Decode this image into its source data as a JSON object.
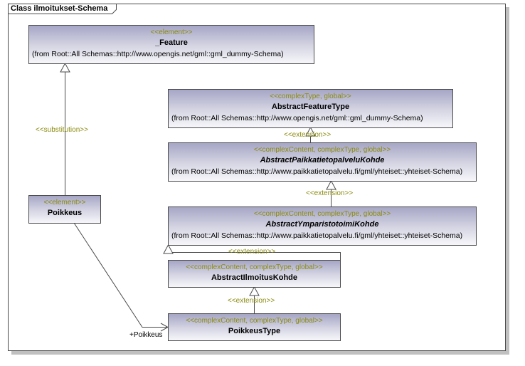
{
  "diagram": {
    "title": "Class ilmoitukset-Schema"
  },
  "classes": {
    "feature": {
      "stereotype": "<<element>>",
      "name": "_Feature",
      "from": "(from Root::All Schemas::http://www.opengis.net/gml::gml_dummy-Schema)"
    },
    "abstract_feature_type": {
      "stereotype": "<<complexType, global>>",
      "name": "AbstractFeatureType",
      "from": "(from Root::All Schemas::http://www.opengis.net/gml::gml_dummy-Schema)"
    },
    "abstract_paikkatietopalvelu_kohde": {
      "stereotype": "<<complexContent, complexType, global>>",
      "name": "AbstractPaikkatietopalveluKohde",
      "from": "(from Root::All Schemas::http://www.paikkatietopalvelu.fi/gml/yhteiset::yhteiset-Schema)"
    },
    "abstract_ymparistotoimi_kohde": {
      "stereotype": "<<complexContent, complexType, global>>",
      "name": "AbstractYmparistotoimiKohde",
      "from": "(from Root::All Schemas::http://www.paikkatietopalvelu.fi/gml/yhteiset::yhteiset-Schema)"
    },
    "abstract_ilmoitus_kohde": {
      "stereotype": "<<complexContent, complexType, global>>",
      "name": "AbstractIlmoitusKohde"
    },
    "poikkeus_type": {
      "stereotype": "<<complexContent, complexType, global>>",
      "name": "PoikkeusType"
    },
    "poikkeus": {
      "stereotype": "<<element>>",
      "name": "Poikkeus"
    }
  },
  "relations": {
    "substitution_label": "<<substitution>>",
    "extension_label": "<<extension>>",
    "association_role": "+Poikkeus"
  }
}
